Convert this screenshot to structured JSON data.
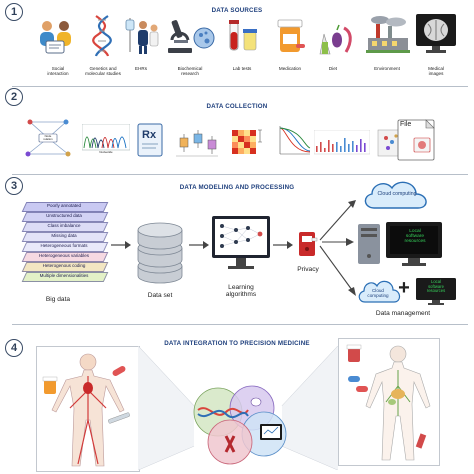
{
  "sections": [
    {
      "number": "1",
      "title": "DATA SOURCES"
    },
    {
      "number": "2",
      "title": "DATA COLLECTION"
    },
    {
      "number": "3",
      "title": "DATA MODELING AND PROCESSING"
    },
    {
      "number": "4",
      "title": "DATA INTEGRATION TO PRECISION MEDICINE"
    }
  ],
  "data_sources": [
    {
      "label": "Social\ninteraction",
      "icon": "people-icon"
    },
    {
      "label": "Genetics and\nmolecular studies",
      "icon": "dna-icon"
    },
    {
      "label": "EHRs",
      "icon": "doctor-patient-icon"
    },
    {
      "label": "Biochemical\nresearch",
      "icon": "microscope-icon"
    },
    {
      "label": "Lab tests",
      "icon": "test-tube-icon"
    },
    {
      "label": "Medication",
      "icon": "pill-bottle-icon"
    },
    {
      "label": "Diet",
      "icon": "food-icon"
    },
    {
      "label": "Environment",
      "icon": "factory-icon"
    },
    {
      "label": "Medical\nimages",
      "icon": "brain-scan-icon"
    }
  ],
  "collection_icons": [
    "network-graph-icon",
    "sequencing-trace-icon",
    "prescription-icon",
    "boxplot-icon",
    "heatmap-icon",
    "curve-plot-icon",
    "bar-histogram-icon",
    "file-folder-icon"
  ],
  "collection_small_text": {
    "network_node": "Node\nrelation",
    "trace_axis": "Nucleotide",
    "file_label": "File"
  },
  "big_data_layers": [
    "Poorly annotated",
    "Unstructured data",
    "Class imbalance",
    "Missing data",
    "Heterogeneous formats",
    "Heterogeneous variables",
    "Heterogenous coding",
    "Multiple dimensionalities"
  ],
  "modeling": {
    "big_data_label": "Big data",
    "data_set_label": "Data set",
    "learning_label": "Learning\nalgorithms",
    "privacy_label": "Privacy",
    "cloud_top": "Cloud computing",
    "local_top": "Local\nsoftware\nresources",
    "cloud_bottom": "Cloud\ncomputing",
    "plus": "+",
    "local_bottom": "Local\nsoftware\nresources",
    "management_label": "Data  management"
  },
  "colors": {
    "title_blue": "#1d3e7c",
    "step_ring": "#3a4c66",
    "stack_fill": "#c9c9f2",
    "cloud_fill": "#d9ecfb",
    "cloud_stroke": "#2b6fb5",
    "terminal_text": "#36d15a"
  }
}
